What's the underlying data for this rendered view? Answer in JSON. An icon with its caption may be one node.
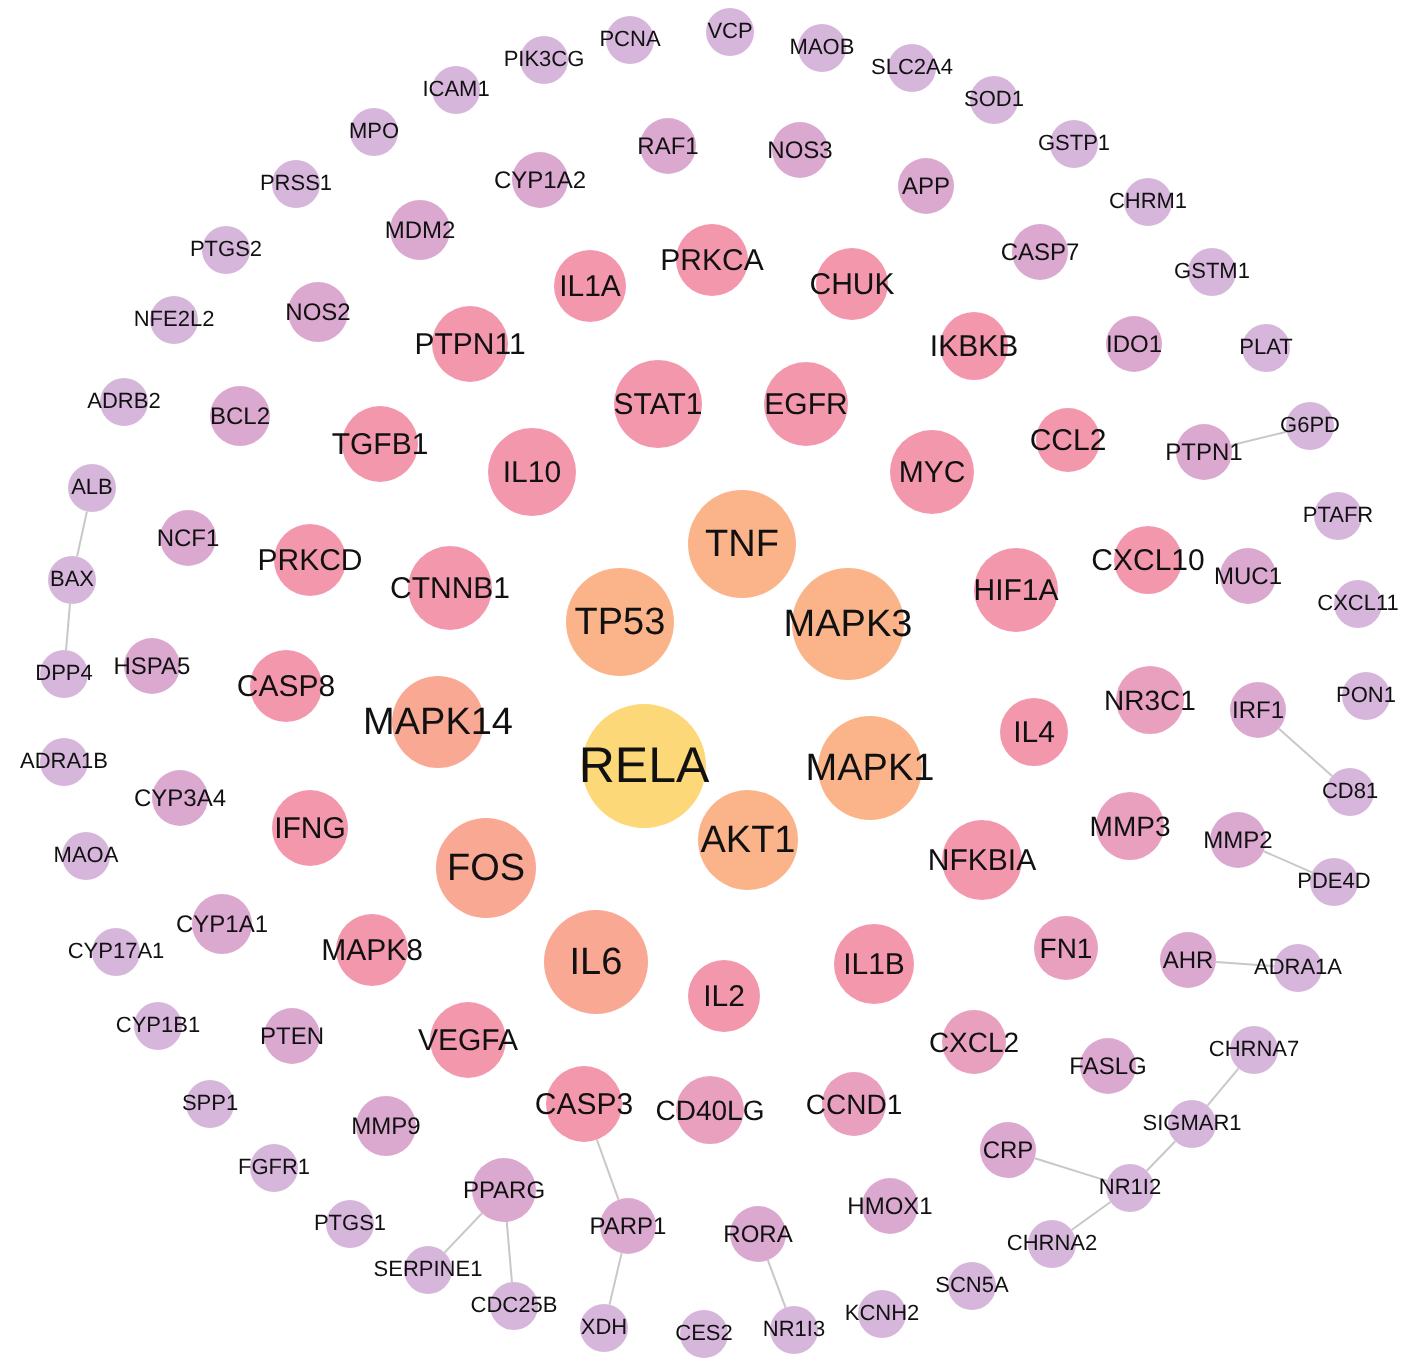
{
  "diagram": {
    "nodes": [
      {
        "text": [
          "RELA"
        ]
      },
      {
        "text": [
          "TNF"
        ]
      },
      {
        "text": [
          "MAPK3"
        ]
      },
      {
        "text": [
          "MAPK1"
        ]
      },
      {
        "text": [
          "AKT1"
        ]
      },
      {
        "text": [
          "IL6"
        ]
      },
      {
        "text": [
          "FOS"
        ]
      },
      {
        "text": [
          "MAPK14"
        ]
      },
      {
        "text": [
          "TP53"
        ]
      },
      {
        "text": [
          "STAT1"
        ]
      },
      {
        "text": [
          "EGFR"
        ]
      },
      {
        "text": [
          "MYC"
        ]
      },
      {
        "text": [
          "HIF1A"
        ]
      },
      {
        "text": [
          "IL4"
        ]
      },
      {
        "text": [
          "NFKBIA"
        ]
      },
      {
        "text": [
          "IL1B"
        ]
      },
      {
        "text": [
          "IL2"
        ]
      },
      {
        "text": [
          "CASP3"
        ]
      },
      {
        "text": [
          "VEGFA"
        ]
      },
      {
        "text": [
          "MAPK8"
        ]
      },
      {
        "text": [
          "IFNG"
        ]
      },
      {
        "text": [
          "CASP8"
        ]
      },
      {
        "text": [
          "PRKCD"
        ]
      },
      {
        "text": [
          "CTNNB1"
        ]
      },
      {
        "text": [
          "IL10"
        ]
      },
      {
        "text": [
          "TGFB1"
        ]
      },
      {
        "text": [
          "PTPN11"
        ]
      },
      {
        "text": [
          "IL1A"
        ]
      },
      {
        "text": [
          "PRKCA"
        ]
      },
      {
        "text": [
          "CHUK"
        ]
      },
      {
        "text": [
          "IKBKB"
        ]
      },
      {
        "text": [
          "CCL2"
        ]
      },
      {
        "text": [
          "CXCL10"
        ]
      },
      {
        "text": [
          "NR3C1"
        ]
      },
      {
        "text": [
          "MMP3"
        ]
      },
      {
        "text": [
          "FN1"
        ]
      },
      {
        "text": [
          "CXCL2"
        ]
      },
      {
        "text": [
          "CCND1"
        ]
      },
      {
        "text": [
          "CD40LG"
        ]
      },
      {
        "text": [
          "RAF1"
        ]
      },
      {
        "text": [
          "NOS3"
        ]
      },
      {
        "text": [
          "APP"
        ]
      },
      {
        "text": [
          "CASP7"
        ]
      },
      {
        "text": [
          "IDO1"
        ]
      },
      {
        "text": [
          "PTPN1"
        ]
      },
      {
        "text": [
          "MUC1"
        ]
      },
      {
        "text": [
          "IRF1"
        ]
      },
      {
        "text": [
          "MMP2"
        ]
      },
      {
        "text": [
          "AHR"
        ]
      },
      {
        "text": [
          "FASLG"
        ]
      },
      {
        "text": [
          "CRP"
        ]
      },
      {
        "text": [
          "HMOX1"
        ]
      },
      {
        "text": [
          "RORA"
        ]
      },
      {
        "text": [
          "PARP1"
        ]
      },
      {
        "text": [
          "PPARG"
        ]
      },
      {
        "text": [
          "MMP9"
        ]
      },
      {
        "text": [
          "PTEN"
        ]
      },
      {
        "text": [
          "CYP1A1"
        ]
      },
      {
        "text": [
          "CYP3A4"
        ]
      },
      {
        "text": [
          "HSPA5"
        ]
      },
      {
        "text": [
          "NCF1"
        ]
      },
      {
        "text": [
          "BCL2"
        ]
      },
      {
        "text": [
          "NOS2"
        ]
      },
      {
        "text": [
          "MDM2"
        ]
      },
      {
        "text": [
          "CYP1A2"
        ]
      },
      {
        "text": [
          "VCP"
        ]
      },
      {
        "text": [
          "MAOB"
        ]
      },
      {
        "text": [
          "SLC2A4"
        ]
      },
      {
        "text": [
          "SOD1"
        ]
      },
      {
        "text": [
          "GSTP1"
        ]
      },
      {
        "text": [
          "CHRM1"
        ]
      },
      {
        "text": [
          "GSTM1"
        ]
      },
      {
        "text": [
          "PLAT"
        ]
      },
      {
        "text": [
          "G6PD"
        ]
      },
      {
        "text": [
          "PTAFR"
        ]
      },
      {
        "text": [
          "CXCL11"
        ]
      },
      {
        "text": [
          "PON1"
        ]
      },
      {
        "text": [
          "CD81"
        ]
      },
      {
        "text": [
          "PDE4D"
        ]
      },
      {
        "text": [
          "ADRA1A"
        ]
      },
      {
        "text": [
          "CHRNA7"
        ]
      },
      {
        "text": [
          "SIGMAR1"
        ]
      },
      {
        "text": [
          "NR1I2"
        ]
      },
      {
        "text": [
          "CHRNA2"
        ]
      },
      {
        "text": [
          "SCN5A"
        ]
      },
      {
        "text": [
          "KCNH2"
        ]
      },
      {
        "text": [
          "NR1I3"
        ]
      },
      {
        "text": [
          "CES2"
        ]
      },
      {
        "text": [
          "XDH"
        ]
      },
      {
        "text": [
          "CDC25B"
        ]
      },
      {
        "text": [
          "SERPINE1"
        ]
      },
      {
        "text": [
          "PTGS1"
        ]
      },
      {
        "text": [
          "FGFR1"
        ]
      },
      {
        "text": [
          "SPP1"
        ]
      },
      {
        "text": [
          "CYP1B1"
        ]
      },
      {
        "text": [
          "CYP17A1"
        ]
      },
      {
        "text": [
          "MAOA"
        ]
      },
      {
        "text": [
          "ADRA1B"
        ]
      },
      {
        "text": [
          "DPP4"
        ]
      },
      {
        "text": [
          "BAX"
        ]
      },
      {
        "text": [
          "ALB"
        ]
      },
      {
        "text": [
          "ADRB2"
        ]
      },
      {
        "text": [
          "NFE2L2"
        ]
      },
      {
        "text": [
          "PTGS2"
        ]
      },
      {
        "text": [
          "PRSS1"
        ]
      },
      {
        "text": [
          "MPO"
        ]
      },
      {
        "text": [
          "ICAM1"
        ]
      },
      {
        "text": [
          "PIK3CG"
        ]
      },
      {
        "text": [
          "PCNA"
        ]
      }
    ],
    "edges": [
      {
        "from": 46,
        "to": 77,
        "arrow": "none"
      },
      {
        "from": 80,
        "to": 81,
        "arrow": "none"
      },
      {
        "from": 81,
        "to": 82,
        "arrow": "none"
      },
      {
        "from": 82,
        "to": 83,
        "arrow": "none"
      },
      {
        "from": 52,
        "to": 86,
        "arrow": "none"
      },
      {
        "from": 54,
        "to": 89,
        "arrow": "none"
      },
      {
        "from": 53,
        "to": 88,
        "arrow": "none"
      },
      {
        "from": 99,
        "to": 98,
        "arrow": "none"
      },
      {
        "from": 100,
        "to": 99,
        "arrow": "none"
      },
      {
        "from": 47,
        "to": 78,
        "arrow": "none"
      },
      {
        "from": 44,
        "to": 73,
        "arrow": "none"
      },
      {
        "from": 48,
        "to": 79,
        "arrow": "none"
      },
      {
        "from": 50,
        "to": 82,
        "arrow": "none"
      },
      {
        "from": 54,
        "to": 90,
        "arrow": "none"
      },
      {
        "from": 17,
        "to": 53,
        "arrow": "none"
      }
    ]
  }
}
